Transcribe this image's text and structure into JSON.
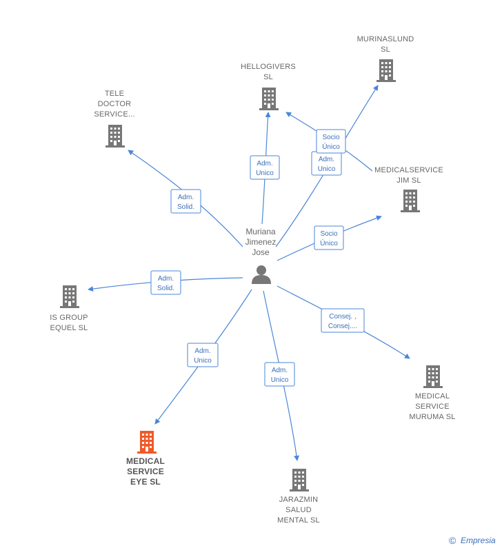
{
  "colors": {
    "edge": "#4a86d8",
    "building": "#777777",
    "highlight": "#f05a28",
    "person": "#777777"
  },
  "center": {
    "lines": [
      "Muriana",
      "Jimenez",
      "Jose"
    ],
    "icon": "person-icon"
  },
  "nodes": [
    {
      "id": "murinaslund",
      "lines": [
        "MURINASLUND",
        "SL"
      ],
      "icon": "building-icon"
    },
    {
      "id": "hellogivers",
      "lines": [
        "HELLOGIVERS",
        "SL"
      ],
      "icon": "building-icon"
    },
    {
      "id": "tele-doctor",
      "lines": [
        "TELE",
        "DOCTOR",
        "SERVICE..."
      ],
      "icon": "building-icon"
    },
    {
      "id": "medicalservice-jim",
      "lines": [
        "MEDICALSERVICE",
        "JIM  SL"
      ],
      "icon": "building-icon"
    },
    {
      "id": "is-group",
      "lines": [
        "IS GROUP",
        "EQUEL SL"
      ],
      "icon": "building-icon"
    },
    {
      "id": "medical-service-muruma",
      "lines": [
        "MEDICAL",
        "SERVICE",
        "MURUMA  SL"
      ],
      "icon": "building-icon"
    },
    {
      "id": "medical-service-eye",
      "lines": [
        "MEDICAL",
        "SERVICE",
        "EYE  SL"
      ],
      "icon": "building-icon",
      "highlight": true
    },
    {
      "id": "jarazmin",
      "lines": [
        "JARAZMIN",
        "SALUD",
        "MENTAL  SL"
      ],
      "icon": "building-icon"
    }
  ],
  "edges": [
    {
      "target": "hellogivers",
      "role": [
        "Adm.",
        "Unico"
      ]
    },
    {
      "target": "murinaslund",
      "role": [
        "Adm.",
        "Unico"
      ]
    },
    {
      "target": "hellogivers-from-jim",
      "role": [
        "Socio",
        "Único"
      ]
    },
    {
      "target": "tele-doctor",
      "role": [
        "Adm.",
        "Solid."
      ]
    },
    {
      "target": "medicalservice-jim",
      "role": [
        "Socio",
        "Único"
      ]
    },
    {
      "target": "is-group",
      "role": [
        "Adm.",
        "Solid."
      ]
    },
    {
      "target": "medical-service-muruma",
      "role": [
        "Consej. ,",
        "Consej...."
      ]
    },
    {
      "target": "medical-service-eye",
      "role": [
        "Adm.",
        "Unico"
      ]
    },
    {
      "target": "jarazmin",
      "role": [
        "Adm.",
        "Unico"
      ]
    }
  ],
  "footer": {
    "copyright": "©",
    "brand": "Empresia"
  }
}
